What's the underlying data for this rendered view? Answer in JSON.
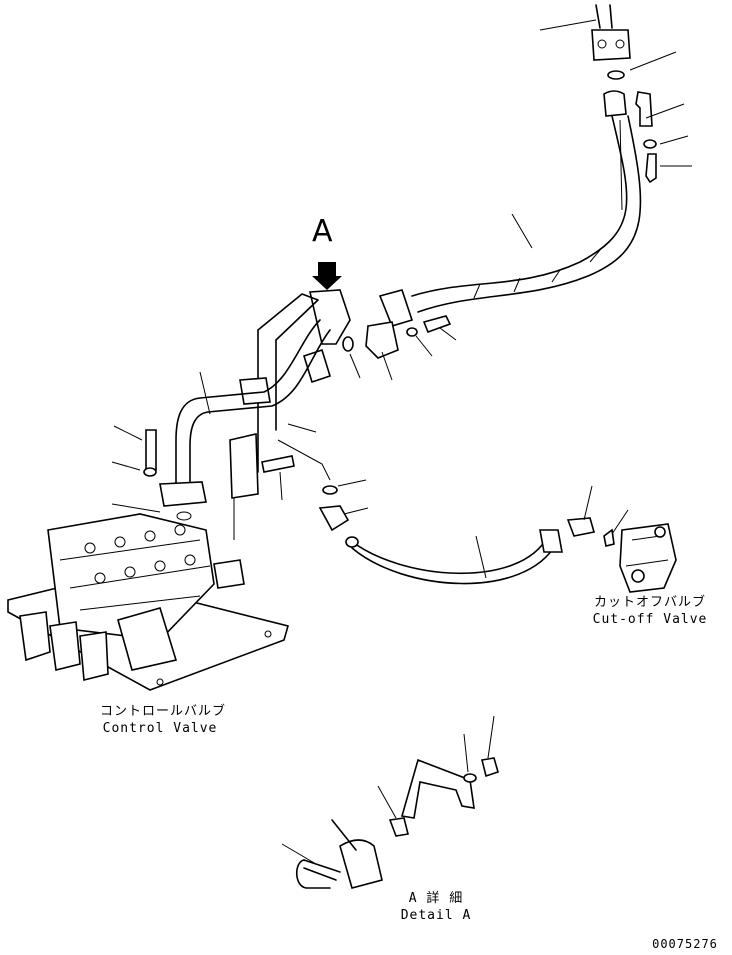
{
  "labels": {
    "view_marker": "A",
    "control_valve_jp": "コントロールバルブ",
    "control_valve_en": "Control Valve",
    "cutoff_valve_jp": "カットオフバルブ",
    "cutoff_valve_en": "Cut-off Valve",
    "detail_jp": "A 詳 細",
    "detail_en": "Detail A",
    "drawing_number": "00075276"
  }
}
